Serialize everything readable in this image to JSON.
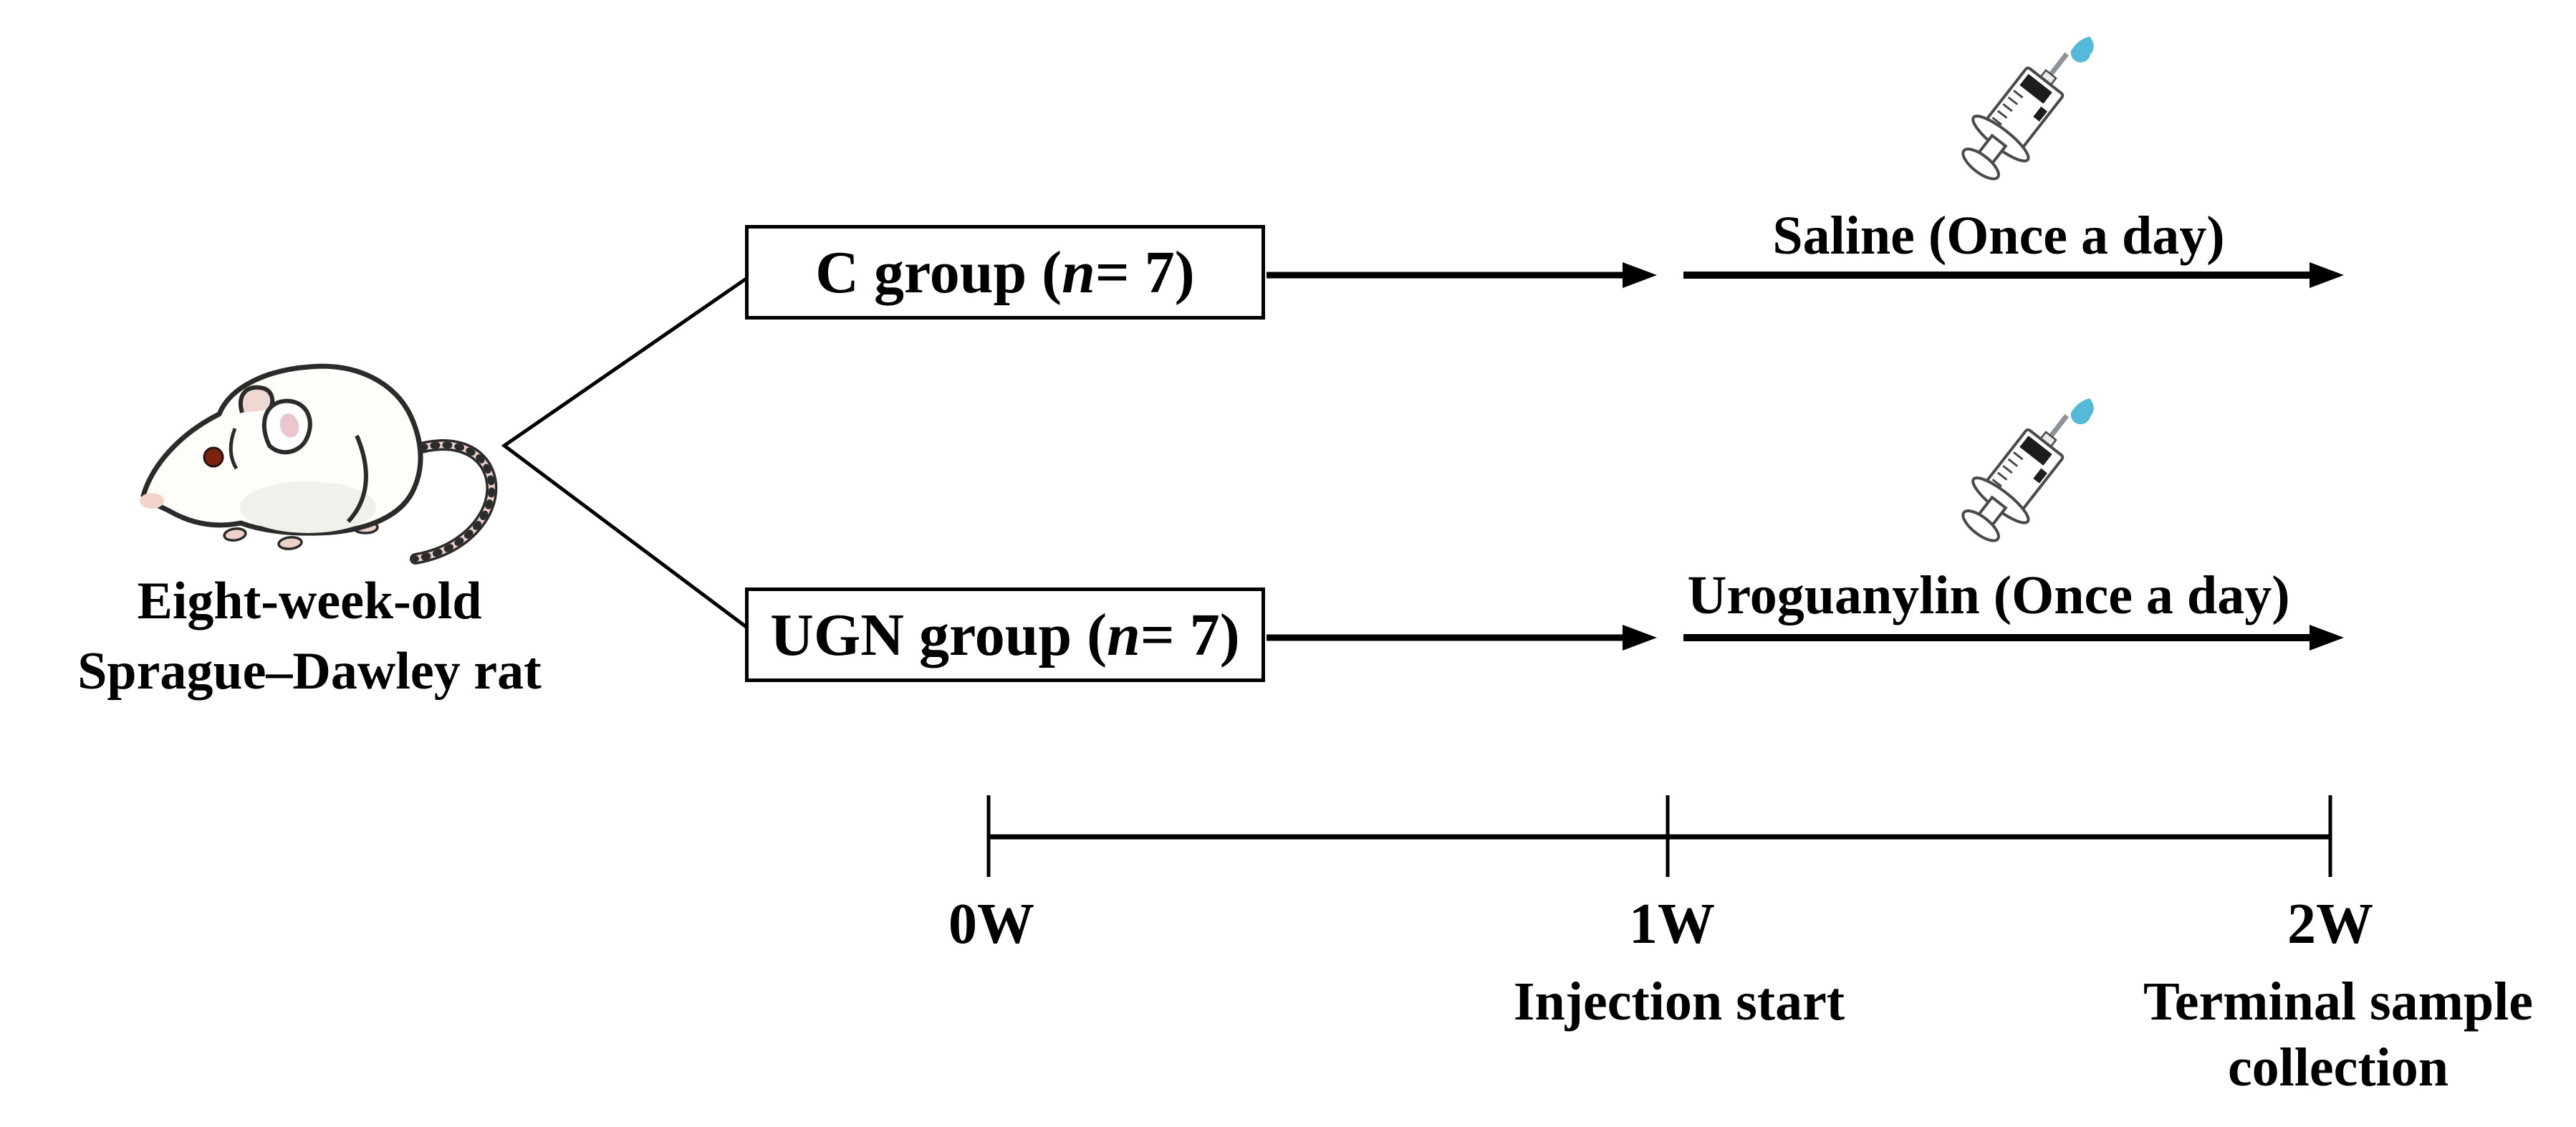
{
  "subject": {
    "line1": "Eight-week-old",
    "line2": "Sprague–Dawley rat"
  },
  "groups": [
    {
      "prefix": "C group (",
      "n": "n",
      "suffix": " = 7)",
      "treatment": "Saline (Once a day)"
    },
    {
      "prefix": "UGN group (",
      "n": "n",
      "suffix": " = 7)",
      "treatment": "Uroguanylin (Once a day)"
    }
  ],
  "timeline": {
    "weeks": [
      "0W",
      "1W",
      "2W"
    ],
    "notes": {
      "week1": "Injection start",
      "week2_line1": "Terminal sample",
      "week2_line2": "collection"
    }
  },
  "colors": {
    "ink": "#000000",
    "droplet": "#55b9d9"
  }
}
